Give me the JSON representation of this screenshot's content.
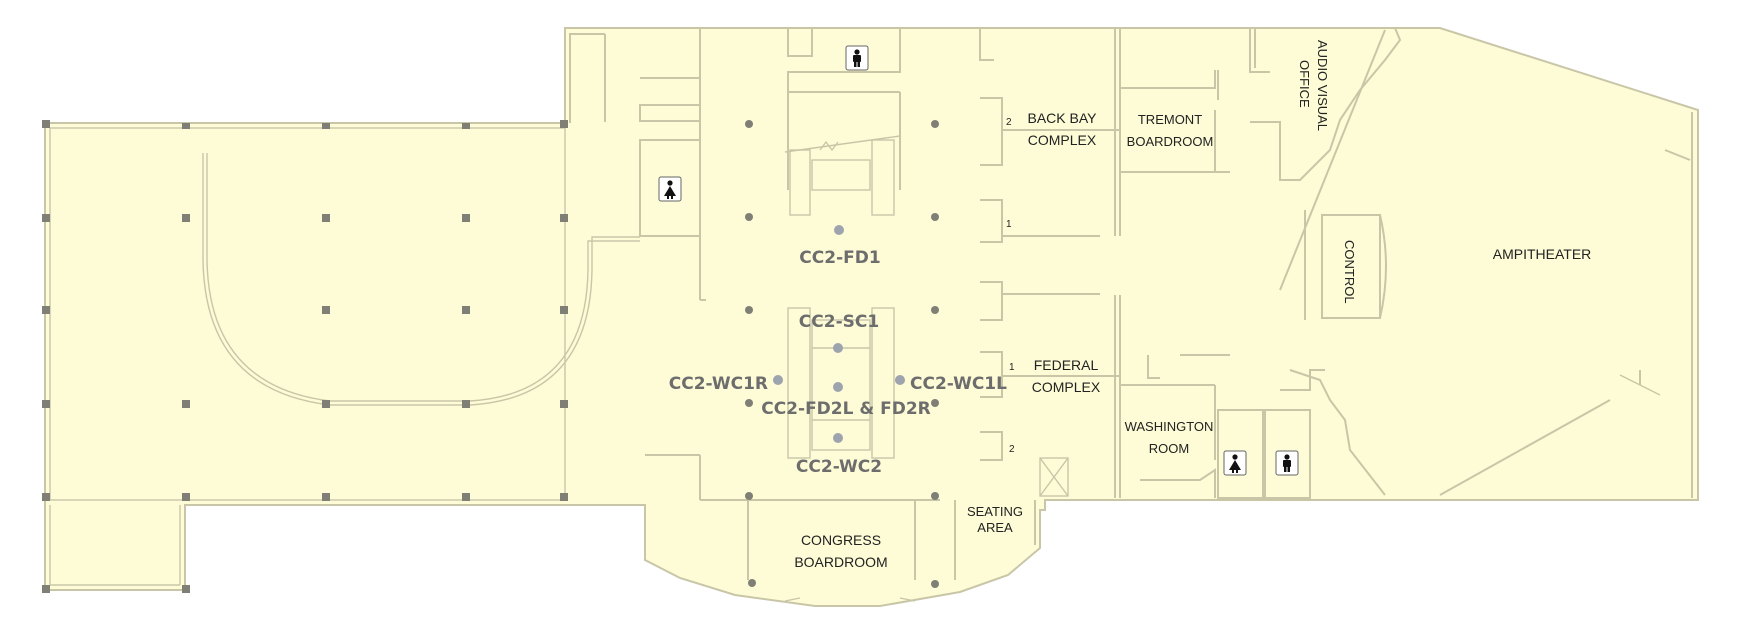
{
  "rooms": {
    "back_bay_line1": "BACK BAY",
    "back_bay_line2": "COMPLEX",
    "tremont_line1": "TREMONT",
    "tremont_line2": "BOARDROOM",
    "av_line1": "AUDIO VISUAL",
    "av_line2": "OFFICE",
    "control": "CONTROL",
    "ampitheater": "AMPITHEATER",
    "federal_line1": "FEDERAL",
    "federal_line2": "COMPLEX",
    "washington_line1": "WASHINGTON",
    "washington_line2": "ROOM",
    "seating_line1": "SEATING",
    "seating_line2": "AREA",
    "congress_line1": "CONGRESS",
    "congress_line2": "BOARDROOM"
  },
  "door_numbers": {
    "back_bay_top": "2",
    "back_bay_bottom": "1",
    "federal_top": "1",
    "federal_bottom": "2"
  },
  "sensors": {
    "fd1": "CC2-FD1",
    "sc1": "CC2-SC1",
    "wc1r": "CC2-WC1R",
    "wc1l": "CC2-WC1L",
    "fd2": "CC2-FD2L & FD2R",
    "wc2": "CC2-WC2"
  },
  "icons": {
    "restroom_top": "mens-restroom-icon",
    "restroom_left": "womens-restroom-icon",
    "restroom_bottom_women": "womens-restroom-icon",
    "restroom_bottom_men": "mens-restroom-icon"
  },
  "colors": {
    "floor": "#fdfcd6",
    "wall": "#c9c6a8",
    "column": "#7f7f76",
    "sensor": "#9ea4ae",
    "sensor_label": "#6d6d6d"
  }
}
